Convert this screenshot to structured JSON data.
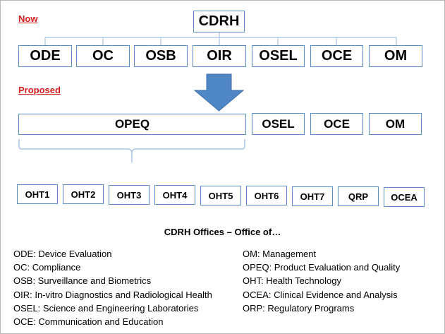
{
  "sections": {
    "now": "Now",
    "proposed": "Proposed"
  },
  "now": {
    "root": "CDRH",
    "offices": [
      "ODE",
      "OC",
      "OSB",
      "OIR",
      "OSEL",
      "OCE",
      "OM"
    ]
  },
  "proposed": {
    "merged": "OPEQ",
    "others": [
      "OSEL",
      "OCE",
      "OM"
    ],
    "sub_units": [
      "OHT1",
      "OHT2",
      "OHT3",
      "OHT4",
      "OHT5",
      "OHT6",
      "OHT7",
      "QRP",
      "OCEA"
    ]
  },
  "legend": {
    "title": "CDRH Offices – Office of…",
    "left": [
      "ODE: Device Evaluation",
      "OC: Compliance",
      "OSB: Surveillance and Biometrics",
      "OIR: In-vitro Diagnostics and Radiological Health",
      "OSEL: Science and Engineering Laboratories",
      "OCE: Communication and Education"
    ],
    "right": [
      "OM: Management",
      "OPEQ: Product Evaluation and Quality",
      "OHT: Health Technology",
      "OCEA: Clinical Evidence and Analysis",
      "ORP: Regulatory Programs"
    ]
  },
  "colors": {
    "box_border": "#5b8fc9",
    "arrow": "#4f86c6",
    "connector": "#a9c4e3",
    "section_label": "#d61f1f"
  }
}
